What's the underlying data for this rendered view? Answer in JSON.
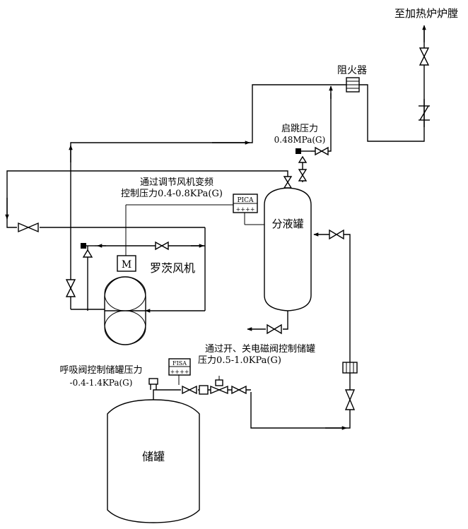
{
  "labels": {
    "furnace": "至加热炉炉膛",
    "flame_arrester": "阻火器",
    "relief_title": "启跳压力",
    "relief_pressure": "0.48MPa(G)",
    "fan_control_line1": "通过调节风机变频",
    "fan_control_line2": "控制压力0.4-0.8KPa(G)",
    "separator": "分液罐",
    "roots_fan": "罗茨风机",
    "motor": "M",
    "pica_top": "PICA",
    "pica_bottom": "++++",
    "fisa_top": "FISA",
    "fisa_bottom": "++++",
    "solenoid_line1": "通过开、关电磁阀控制储罐",
    "solenoid_line2": "压力0.5-1.0KPa(G)",
    "breather_line1": "呼吸阀控制储罐压力",
    "breather_line2": "-0.4-1.4KPa(G)",
    "storage_tank": "储罐"
  }
}
